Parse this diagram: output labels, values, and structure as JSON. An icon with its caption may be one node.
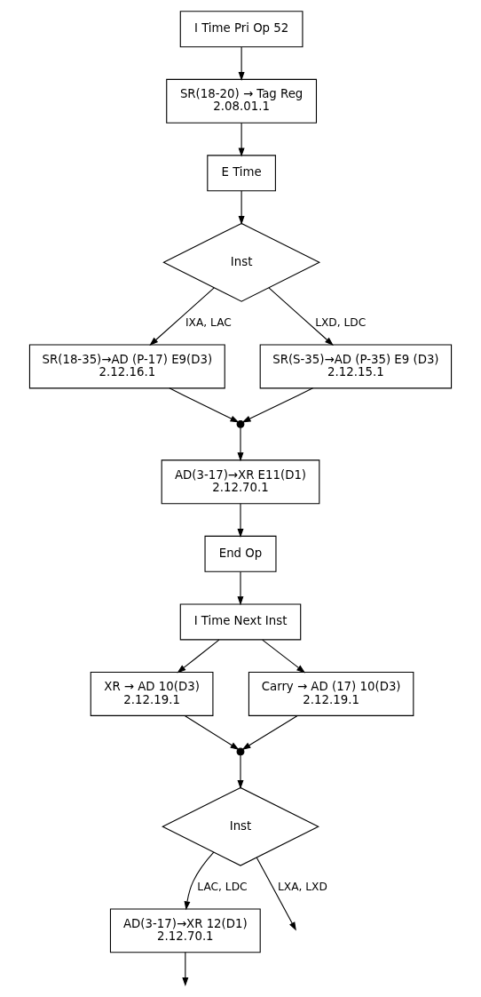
{
  "diagram": {
    "nodes": [
      {
        "text": [
          "I Time Pri Op 52"
        ]
      },
      {
        "text": [
          "SR(18-20) → Tag Reg",
          "2.08.01.1"
        ]
      },
      {
        "text": [
          "E Time"
        ]
      },
      {
        "text": [
          "Inst"
        ]
      },
      {
        "text": [
          "SR(18-35)→AD (P-17) E9(D3)",
          "2.12.16.1"
        ]
      },
      {
        "text": [
          "SR(S-35)→AD (P-35) E9 (D3)",
          "2.12.15.1"
        ]
      },
      {
        "text": [],
        "shape": "circle"
      },
      {
        "text": [
          "AD(3-17)→XR E11(D1)",
          "2.12.70.1"
        ]
      },
      {
        "text": [
          "End Op"
        ]
      },
      {
        "text": [
          "I Time Next Inst"
        ]
      },
      {
        "text": [
          "XR → AD 10(D3)",
          "2.12.19.1"
        ]
      },
      {
        "text": [
          "Carry → AD (17) 10(D3)",
          "2.12.19.1"
        ]
      },
      {
        "text": [],
        "shape": "circle"
      },
      {
        "text": [
          "Inst"
        ]
      },
      {
        "text": [
          "AD(3-17)→XR 12(D1)",
          "2.12.70.1"
        ]
      }
    ],
    "edges": [
      {
        "from": 0,
        "to": 1,
        "arrow": "to"
      },
      {
        "from": 1,
        "to": 2,
        "arrow": "to"
      },
      {
        "from": 2,
        "to": 3,
        "arrow": "to"
      },
      {
        "from": 3,
        "to": 4,
        "arrow": "to",
        "label": "IXA, LAC"
      },
      {
        "from": 3,
        "to": 5,
        "arrow": "to",
        "label": "LXD, LDC"
      },
      {
        "from": 4,
        "to": 6,
        "arrow": "to"
      },
      {
        "from": 5,
        "to": 6,
        "arrow": "to"
      },
      {
        "from": 6,
        "to": 7,
        "arrow": "to"
      },
      {
        "from": 7,
        "to": 8,
        "arrow": "to"
      },
      {
        "from": 8,
        "to": 9,
        "arrow": "to"
      },
      {
        "from": 9,
        "to": 10,
        "arrow": "to"
      },
      {
        "from": 9,
        "to": 11,
        "arrow": "to"
      },
      {
        "from": 10,
        "to": 12,
        "arrow": "to"
      },
      {
        "from": 11,
        "to": 12,
        "arrow": "to"
      },
      {
        "from": 12,
        "to": 13,
        "arrow": "to"
      },
      {
        "from": 13,
        "to": 14,
        "arrow": "to",
        "label": "LAC, LDC"
      },
      {
        "from": 13,
        "to": null,
        "arrow": "to",
        "label": "LXA, LXD"
      },
      {
        "from": 14,
        "to": null,
        "arrow": "to"
      }
    ]
  }
}
